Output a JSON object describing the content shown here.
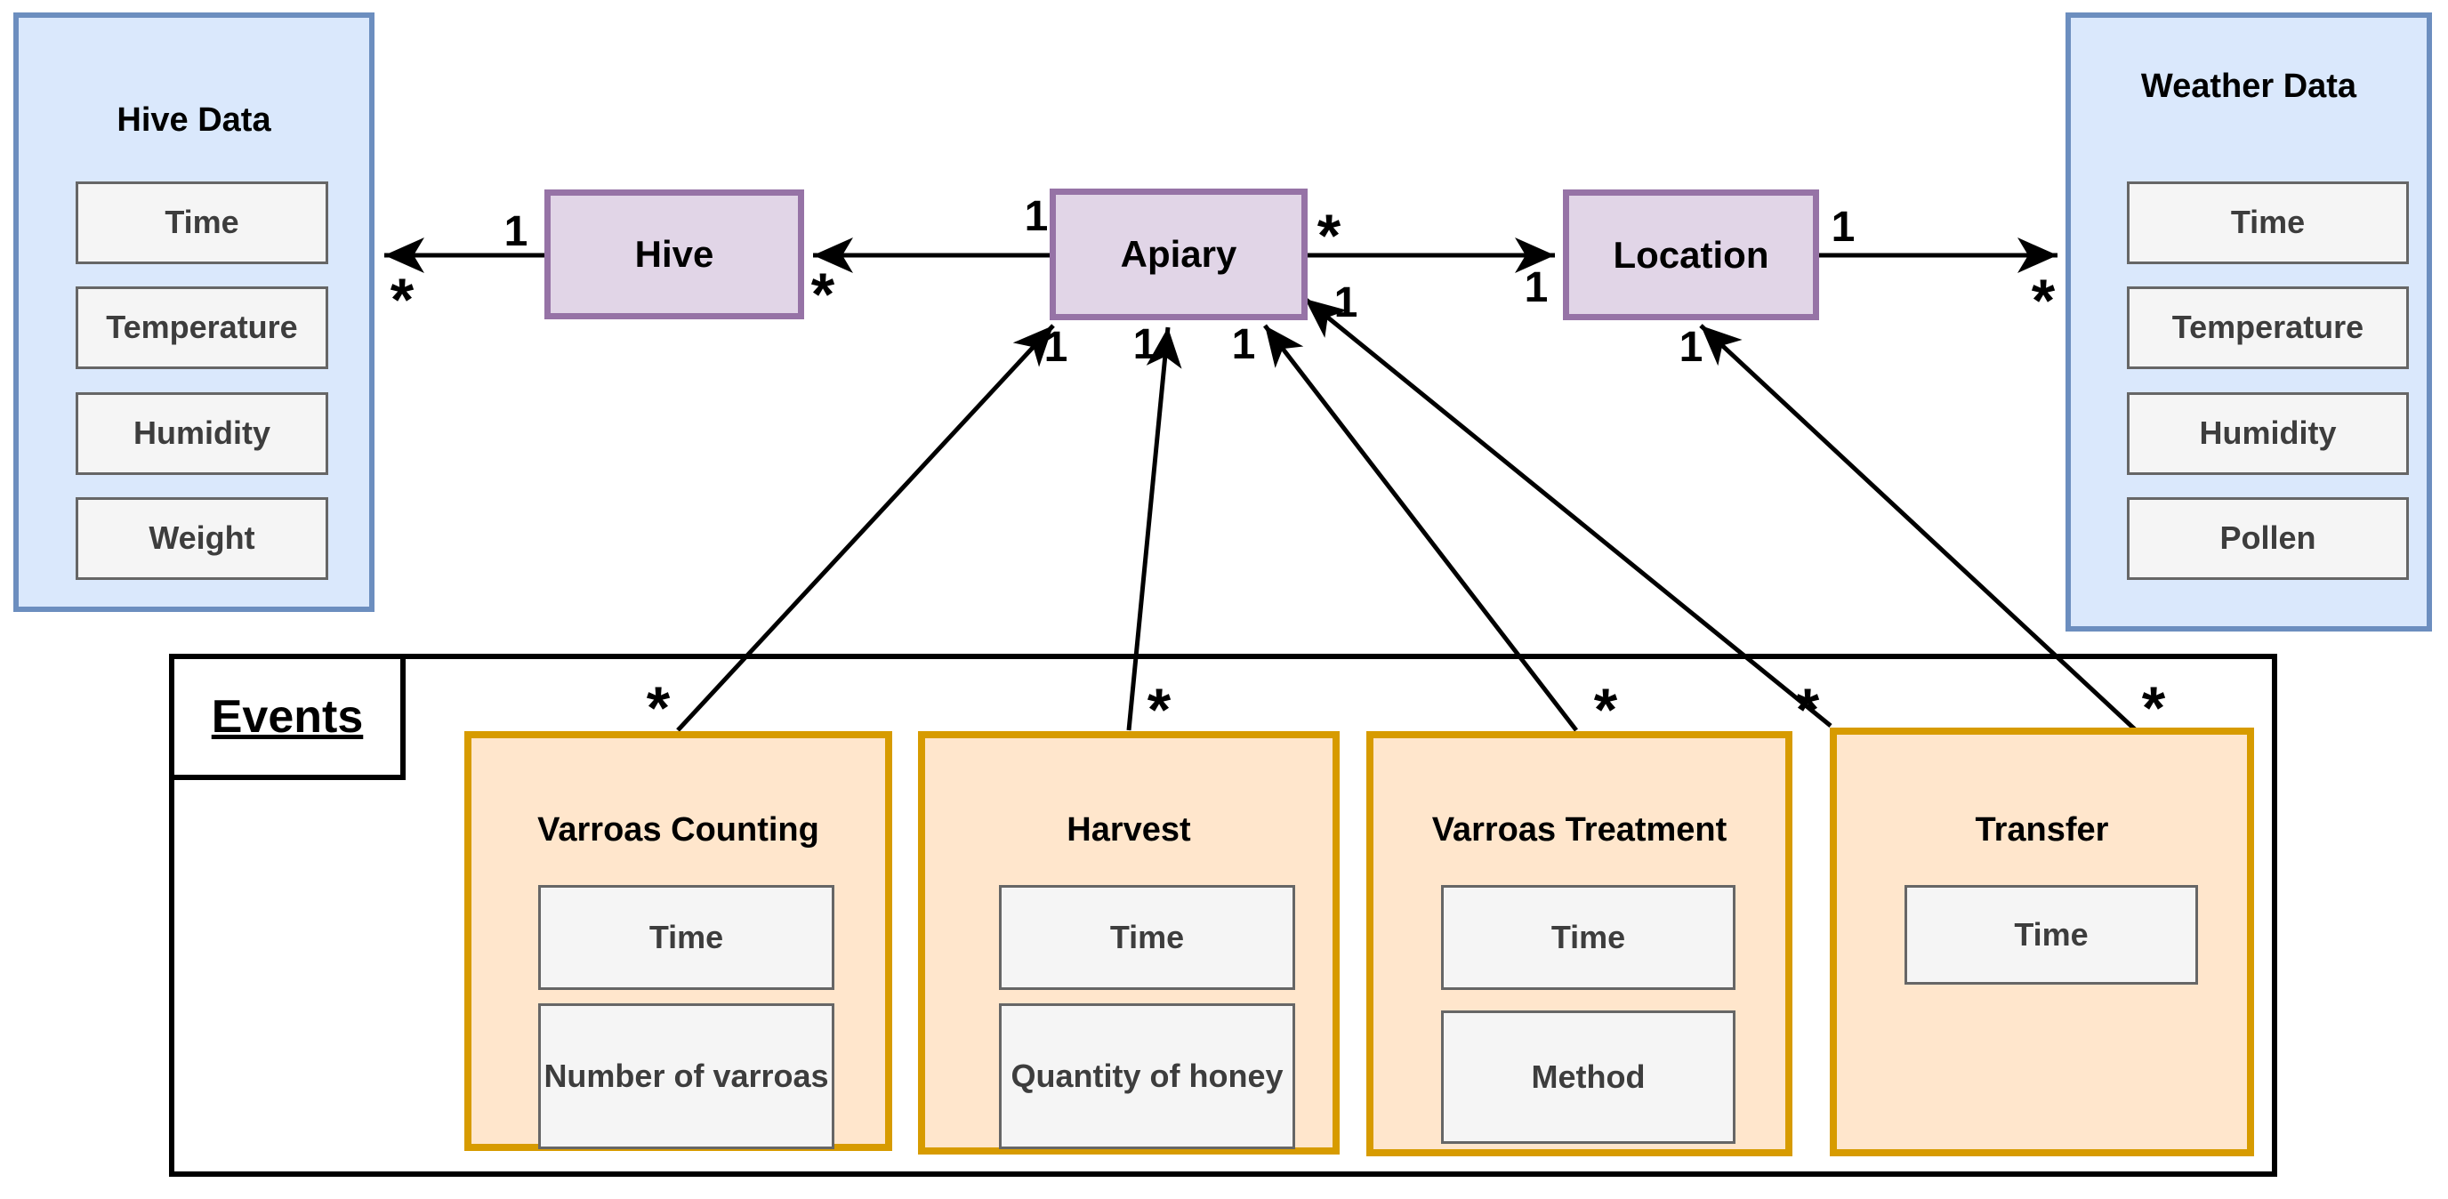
{
  "entities": {
    "hive_data": {
      "title": "Hive Data",
      "fields": [
        "Time",
        "Temperature",
        "Humidity",
        "Weight"
      ]
    },
    "hive": {
      "title": "Hive"
    },
    "apiary": {
      "title": "Apiary"
    },
    "location": {
      "title": "Location"
    },
    "weather_data": {
      "title": "Weather Data",
      "fields": [
        "Time",
        "Temperature",
        "Humidity",
        "Pollen"
      ]
    }
  },
  "events": {
    "title": "Events",
    "items": [
      {
        "title": "Varroas Counting",
        "fields": [
          "Time",
          "Number of varroas"
        ]
      },
      {
        "title": "Harvest",
        "fields": [
          "Time",
          "Quantity of honey"
        ]
      },
      {
        "title": "Varroas Treatment",
        "fields": [
          "Time",
          "Method"
        ]
      },
      {
        "title": "Transfer",
        "fields": [
          "Time"
        ]
      }
    ]
  },
  "relationships": [
    {
      "from": "Hive",
      "to": "Hive Data",
      "from_label": "1",
      "to_label": "*"
    },
    {
      "from": "Apiary",
      "to": "Hive",
      "from_label": "1",
      "to_label": "*"
    },
    {
      "from": "Apiary",
      "to": "Location",
      "from_label": "*",
      "to_label": "1"
    },
    {
      "from": "Location",
      "to": "Weather Data",
      "from_label": "1",
      "to_label": "*"
    },
    {
      "from": "Varroas Counting",
      "to": "Apiary",
      "from_label": "*",
      "to_label": "1"
    },
    {
      "from": "Harvest",
      "to": "Apiary",
      "from_label": "*",
      "to_label": "1"
    },
    {
      "from": "Varroas Treatment",
      "to": "Apiary",
      "from_label": "*",
      "to_label": "1"
    },
    {
      "from": "Transfer",
      "to": "Apiary",
      "from_label": "*",
      "to_label": "1"
    },
    {
      "from": "Transfer",
      "to": "Location",
      "from_label": "*",
      "to_label": "1"
    }
  ],
  "colors": {
    "data_box_fill": "#dae8fc",
    "data_box_border": "#6c8ebf",
    "entity_fill": "#e1d5e7",
    "entity_border": "#9673a6",
    "event_fill": "#ffe6cc",
    "event_border": "#d79b00",
    "field_fill": "#f5f5f5",
    "field_border": "#666666",
    "connector": "#000000"
  }
}
